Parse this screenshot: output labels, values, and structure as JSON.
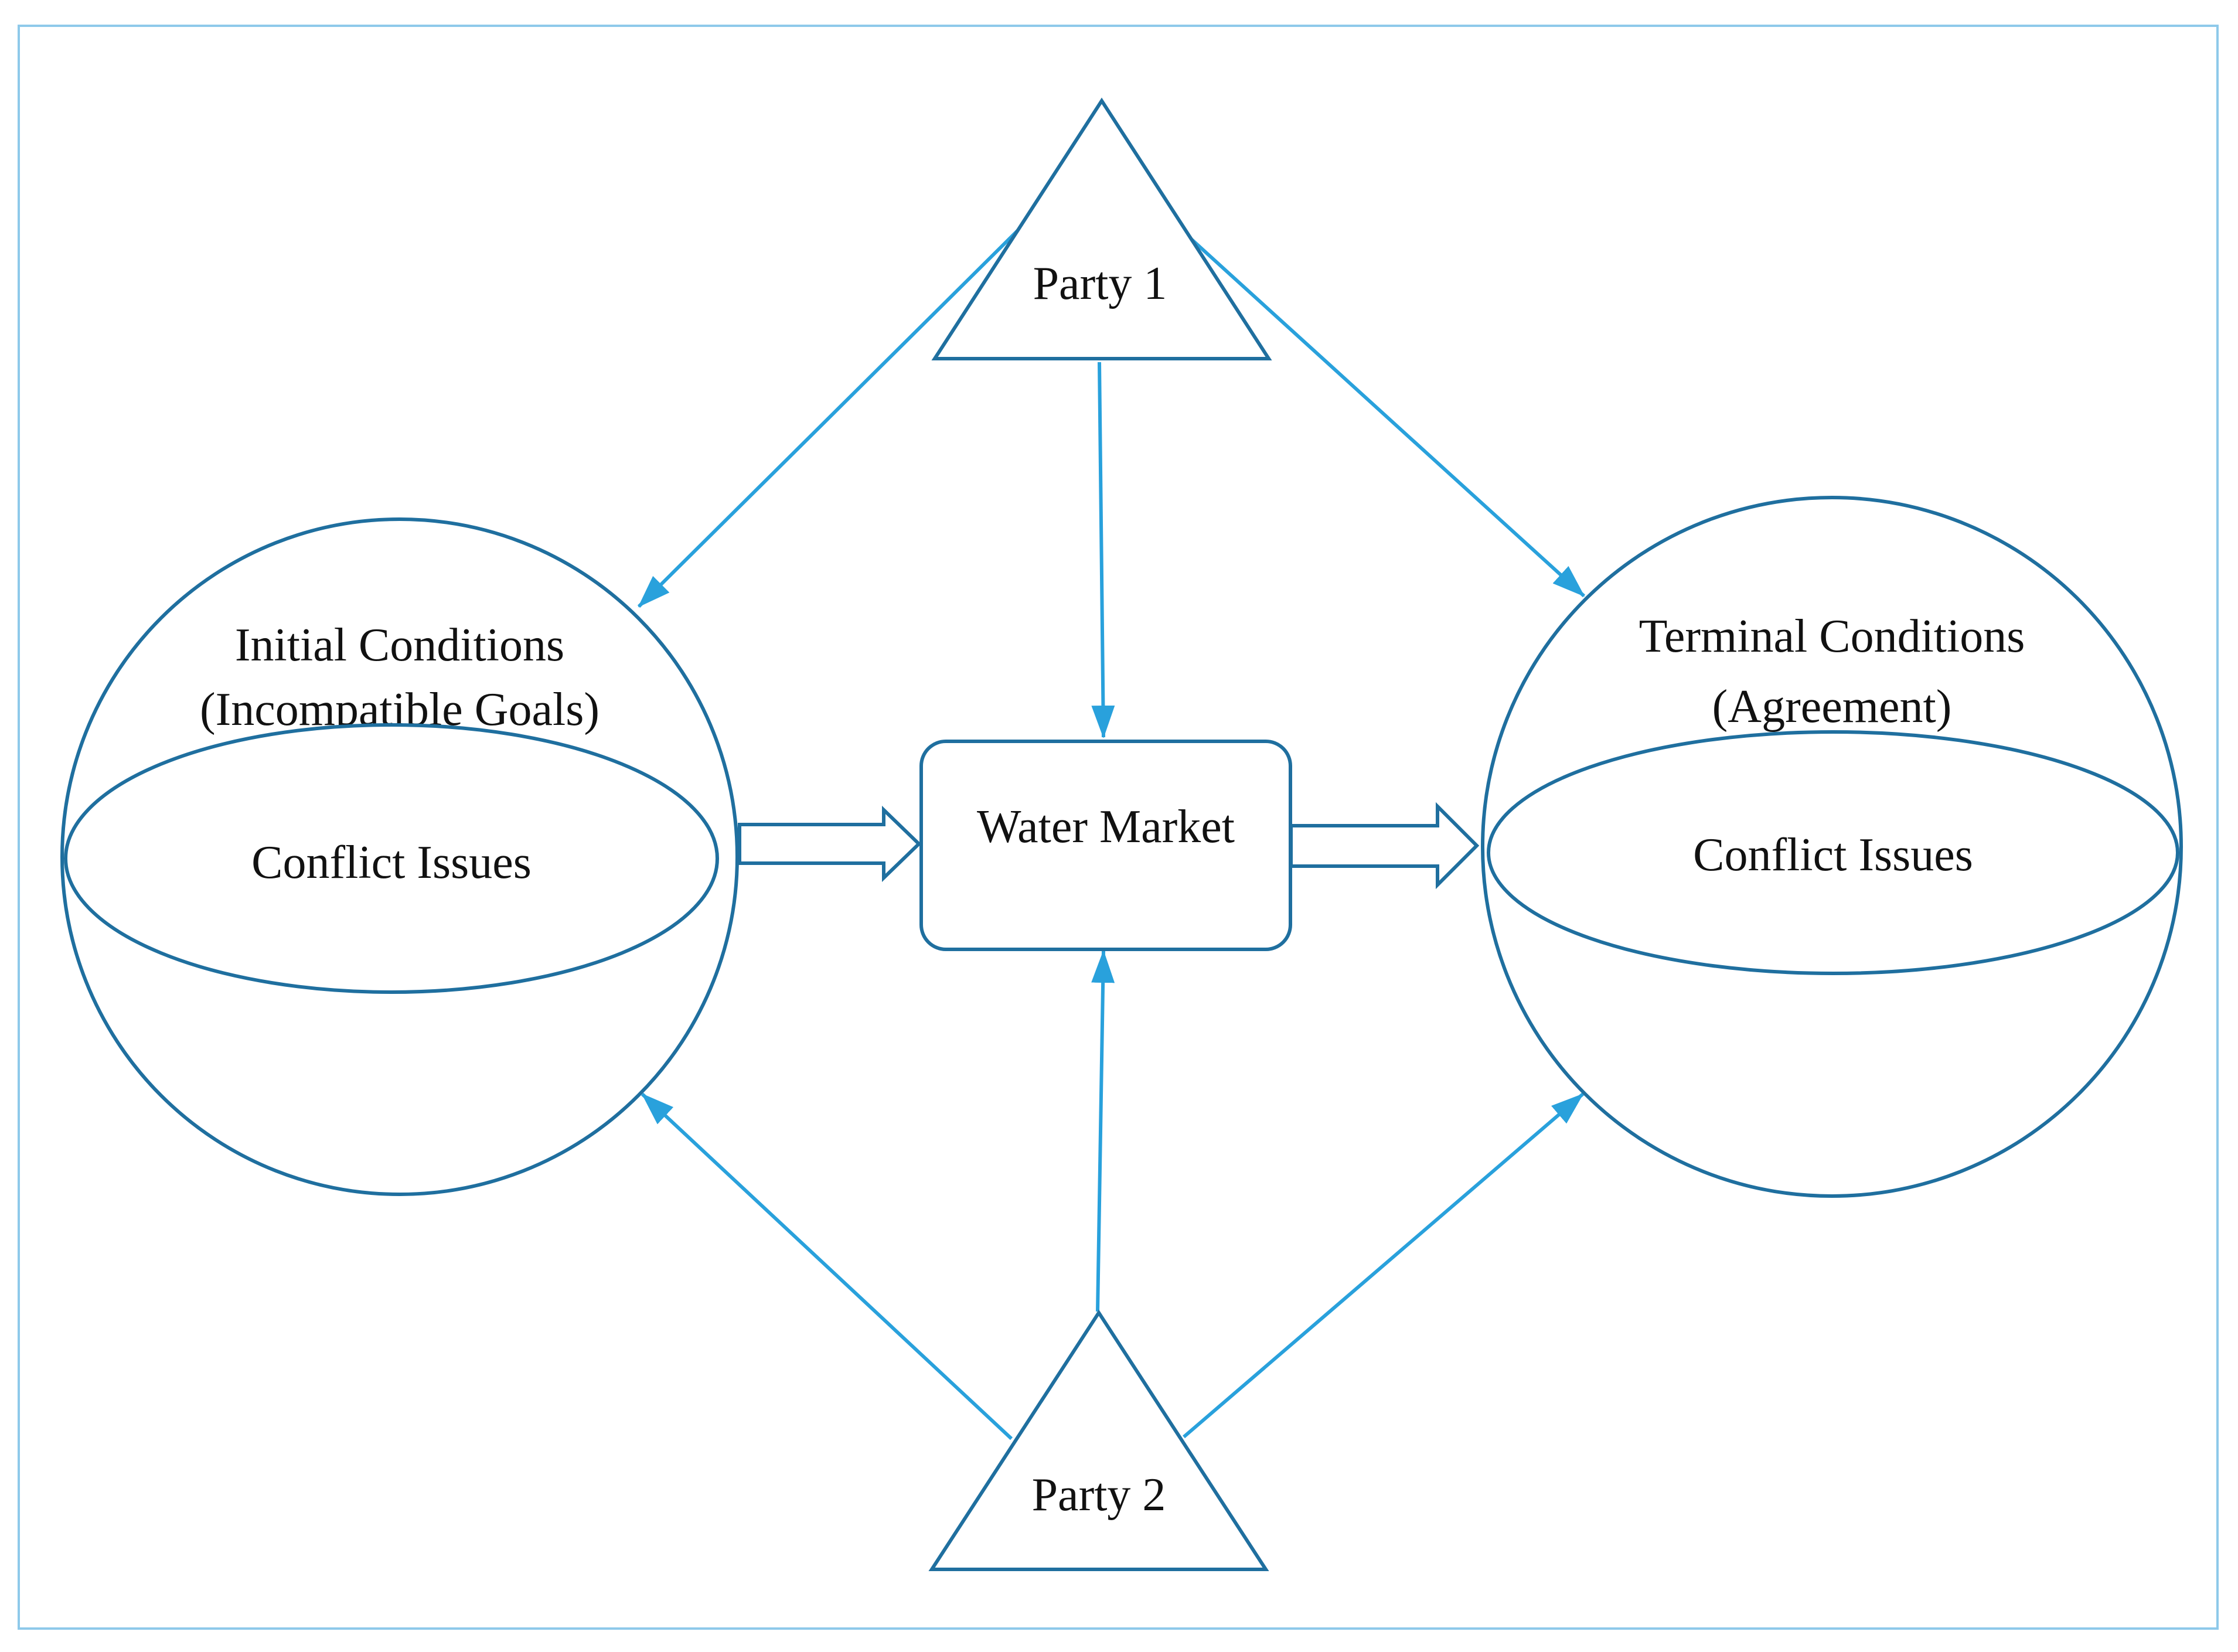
{
  "colors": {
    "shape_stroke": "#1f6f9f",
    "arrow": "#29a1dc",
    "frame": "#8ec9ea",
    "text": "#111111",
    "background": "#ffffff"
  },
  "nodes": {
    "party1": {
      "label": "Party 1",
      "shape": "triangle"
    },
    "party2": {
      "label": "Party 2",
      "shape": "triangle"
    },
    "water_market": {
      "label": "Water Market",
      "shape": "rounded-rectangle"
    },
    "initial": {
      "title_line1": "Initial Conditions",
      "title_line2": "(Incompatible Goals)",
      "inner_label": "Conflict Issues",
      "shape": "sphere"
    },
    "terminal": {
      "title_line1": "Terminal Conditions",
      "title_line2": "(Agreement)",
      "inner_label": "Conflict Issues",
      "shape": "sphere"
    }
  },
  "edges": [
    {
      "from": "Party 1",
      "to": "Initial Conditions",
      "style": "thin-arrow"
    },
    {
      "from": "Party 1",
      "to": "Water Market",
      "style": "thin-arrow"
    },
    {
      "from": "Party 1",
      "to": "Terminal Conditions",
      "style": "thin-arrow"
    },
    {
      "from": "Party 2",
      "to": "Initial Conditions",
      "style": "thin-arrow"
    },
    {
      "from": "Party 2",
      "to": "Water Market",
      "style": "thin-arrow"
    },
    {
      "from": "Party 2",
      "to": "Terminal Conditions",
      "style": "thin-arrow"
    },
    {
      "from": "Initial Conditions",
      "to": "Water Market",
      "style": "hollow-block-arrow"
    },
    {
      "from": "Water Market",
      "to": "Terminal Conditions",
      "style": "hollow-block-arrow"
    }
  ]
}
